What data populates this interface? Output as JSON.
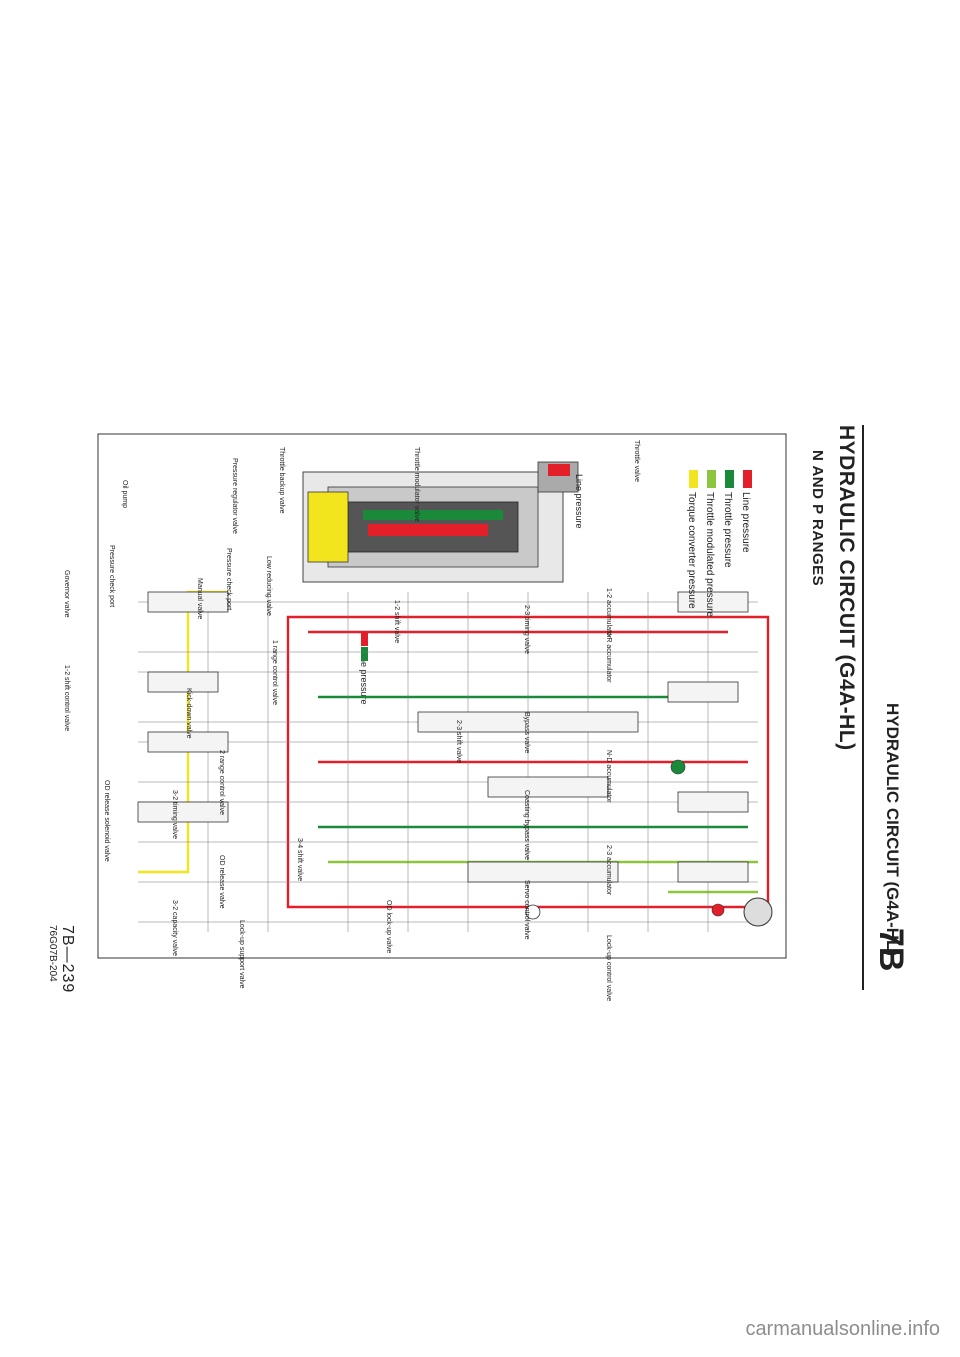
{
  "header": {
    "title": "HYDRAULIC CIRCUIT (G4A-HL)",
    "subtitle": "N AND P RANGES",
    "running_title": "HYDRAULIC CIRCUIT (G4A-HL)",
    "section_badge": "7B"
  },
  "footer": {
    "page_number": "7B—239",
    "figure_code": "76G07B-204",
    "watermark": "carmanualsonline.info"
  },
  "legend": [
    {
      "label": "Line pressure",
      "color": "#e3202a"
    },
    {
      "label": "Throttle pressure",
      "color": "#1a8a3a"
    },
    {
      "label": "Throttle modulated pressure",
      "color": "#8cc63f"
    },
    {
      "label": "Torque converter pressure",
      "color": "#f2e51e"
    }
  ],
  "labels": {
    "throttle_valve": "Throttle valve",
    "acc_12": "1-2 accumulator",
    "acc_nr": "N-R accumulator",
    "acc_nd": "N-D accumulator",
    "acc_23": "2-3 accumulator",
    "lockup_control": "Lock-up control valve",
    "timing_23": "2-3 timing valve",
    "bypass": "Bypass valve",
    "coasting_bypass": "Coasting bypass valve",
    "servo_control": "Servo control valve",
    "throttle_modulator": "Throttle modulator valve",
    "shift_23": "2-3 shift valve",
    "shift_12": "1-2 shift valve",
    "od_lockup": "OD lock-up valve",
    "shift_34": "3-4 shift valve",
    "throttle_backup": "Throttle backup valve",
    "low_reducing": "Low reducing valve",
    "range1": "1 range control valve",
    "pressure_check": "Pressure check port",
    "pressure_regulator": "Pressure regulator valve",
    "range2": "2 range control valve",
    "od_release": "OD release valve",
    "lockup_support": "Lock-up support valve",
    "manual": "Manual valve",
    "kickdown": "Kick-down valve",
    "timing_32": "3-2 timing valve",
    "capacity_32": "3-2 capacity valve",
    "oil_pump": "Oil pump",
    "od_solenoid": "OD release solenoid valve",
    "governor": "Governor valve",
    "shift_control_12": "1-2 shift control valve"
  }
}
